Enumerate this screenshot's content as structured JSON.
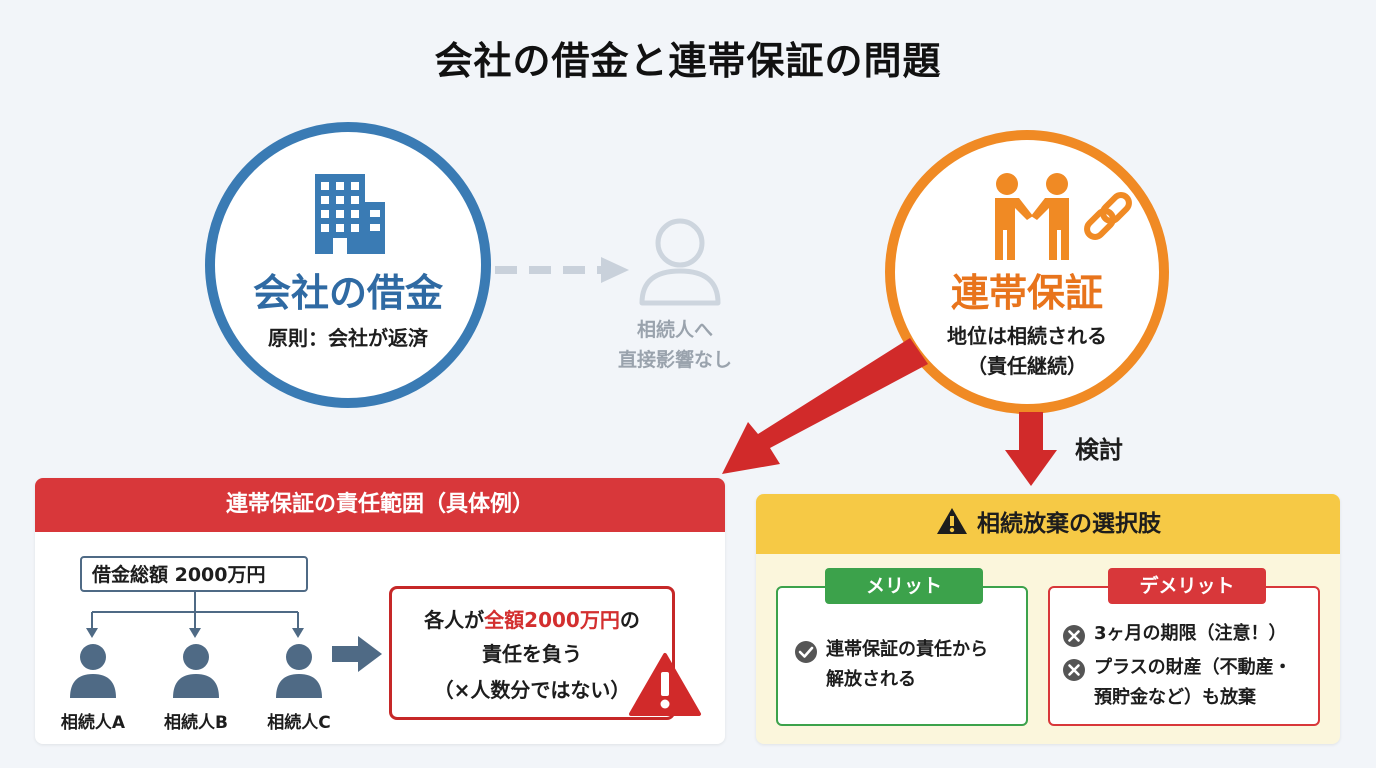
{
  "title": "会社の借金と連帯保証の問題",
  "company_circle": {
    "heading": "会社の借金",
    "sub": "原則：会社が返済"
  },
  "heir_note": {
    "line1": "相続人へ",
    "line2": "直接影響なし"
  },
  "guarantee_circle": {
    "heading": "連帯保証",
    "sub1": "地位は相続される",
    "sub2": "（責任継続）"
  },
  "consider_label": "検討",
  "scope_panel": {
    "header": "連帯保証の責任範囲（具体例）",
    "total_debt": "借金総額 2000万円",
    "heirs": [
      "相続人A",
      "相続人B",
      "相続人C"
    ],
    "responsibility": {
      "prefix": "各人が",
      "highlight": "全額2000万円",
      "suffix": "の",
      "line2": "責任を負う",
      "line3": "（×人数分ではない）"
    }
  },
  "renunciation_panel": {
    "header": "相続放棄の選択肢",
    "merit": {
      "label": "メリット",
      "items": [
        {
          "line1": "連帯保証の責任から",
          "line2": "解放される"
        }
      ]
    },
    "demerit": {
      "label": "デメリット",
      "items": [
        {
          "line1": "3ヶ月の期限（注意！）"
        },
        {
          "line1": "プラスの財産（不動産・",
          "line2": "預貯金など）も放棄"
        }
      ]
    }
  },
  "colors": {
    "blue": "#3a7bb4",
    "orange": "#f08a24",
    "red": "#d8373a",
    "green": "#3ca24b",
    "yellow": "#f6c945"
  }
}
